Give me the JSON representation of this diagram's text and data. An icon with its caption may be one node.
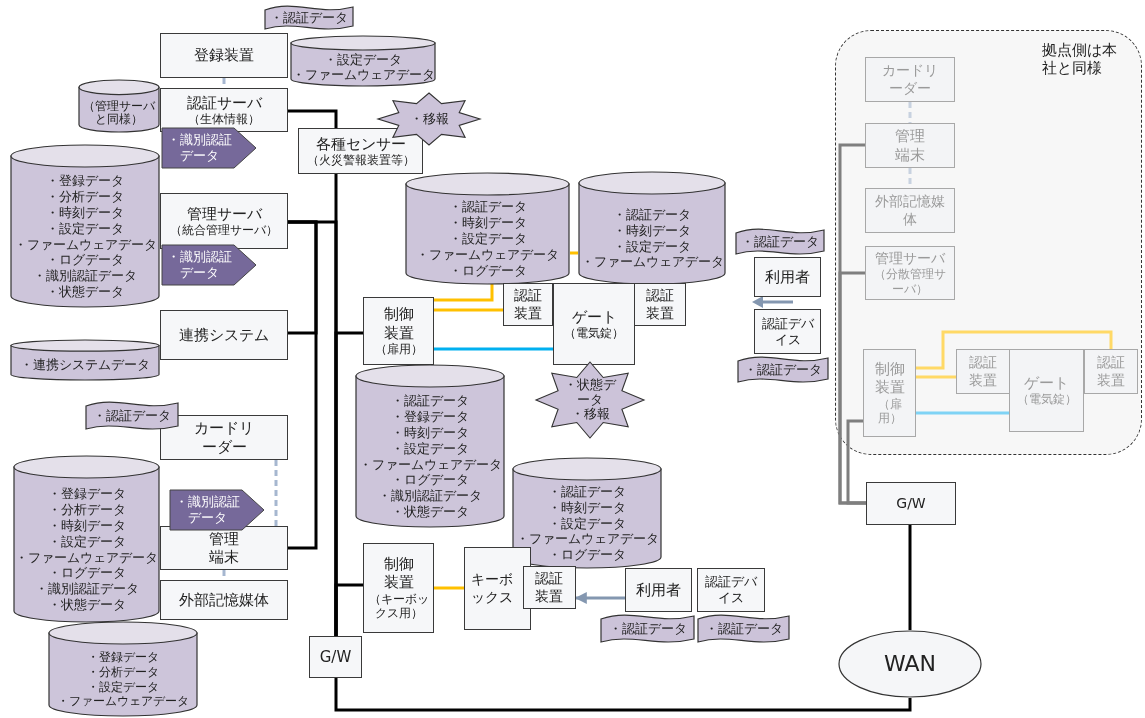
{
  "diagram": {
    "nodes": [
      {
        "text": [
          "登録装置"
        ]
      },
      {
        "text": [
          "・認証データ"
        ]
      },
      {
        "text": [
          "・設定データ",
          "・ファームウェアデータ"
        ]
      },
      {
        "text": [
          "（管理サーバと同様）"
        ]
      },
      {
        "text": [
          "認証サーバ",
          "（生体情報）"
        ]
      },
      {
        "text": [
          "・識別認証データ"
        ]
      },
      {
        "text": [
          "各種センサー",
          "（火災警報装置等）"
        ]
      },
      {
        "text": [
          "・移報"
        ]
      },
      {
        "text": [
          "・登録データ",
          "・分析データ",
          "・時刻データ",
          "・設定データ",
          "・ファームウェアデータ",
          "・ログデータ",
          "・識別認証データ",
          "・状態データ"
        ]
      },
      {
        "text": [
          "管理サーバ",
          "（統合管理サーバ）"
        ]
      },
      {
        "text": [
          "・識別認証データ"
        ]
      },
      {
        "text": [
          "・認証データ",
          "・時刻データ",
          "・設定データ",
          "・ファームウェアデータ",
          "・ログデータ"
        ]
      },
      {
        "text": [
          "・認証データ",
          "・時刻データ",
          "・設定データ",
          "・ファームウェアデータ"
        ]
      },
      {
        "text": [
          "連携システム"
        ]
      },
      {
        "text": [
          "・連携システムデータ"
        ]
      },
      {
        "text": [
          "制御装置",
          "（扉用）"
        ]
      },
      {
        "text": [
          "認証装置"
        ]
      },
      {
        "text": [
          "ゲート",
          "（電気錠）"
        ]
      },
      {
        "text": [
          "認証装置"
        ]
      },
      {
        "text": [
          "・認証データ"
        ]
      },
      {
        "text": [
          "利用者"
        ]
      },
      {
        "text": [
          "認証デバイス"
        ]
      },
      {
        "text": [
          "・認証データ"
        ]
      },
      {
        "text": [
          "・状態データ",
          "・移報"
        ]
      },
      {
        "text": [
          "・認証データ",
          "・登録データ",
          "・時刻データ",
          "・設定データ",
          "・ファームウェアデータ",
          "・ログデータ",
          "・識別認証データ",
          "・状態データ"
        ]
      },
      {
        "text": [
          "・認証データ"
        ]
      },
      {
        "text": [
          "カードリーダー"
        ]
      },
      {
        "text": [
          "・登録データ",
          "・分析データ",
          "・時刻データ",
          "・設定データ",
          "・ファームウェアデータ",
          "・ログデータ",
          "・識別認証データ",
          "・状態データ"
        ]
      },
      {
        "text": [
          "・識別認証データ"
        ]
      },
      {
        "text": [
          "管理端末"
        ]
      },
      {
        "text": [
          "外部記憶媒体"
        ]
      },
      {
        "text": [
          "・登録データ",
          "・分析データ",
          "・設定データ",
          "・ファームウェアデータ"
        ]
      },
      {
        "text": [
          "・認証データ",
          "・時刻データ",
          "・設定データ",
          "・ファームウェアデータ",
          "・ログデータ"
        ]
      },
      {
        "text": [
          "制御装置",
          "（キーボックス用）"
        ]
      },
      {
        "text": [
          "キーボックス"
        ]
      },
      {
        "text": [
          "認証装置"
        ]
      },
      {
        "text": [
          "利用者"
        ]
      },
      {
        "text": [
          "・認証データ"
        ]
      },
      {
        "text": [
          "認証デバイス"
        ]
      },
      {
        "text": [
          "・認証データ"
        ]
      },
      {
        "text": [
          "G/W"
        ]
      },
      {
        "text": [
          "拠点側は本社と同様"
        ]
      },
      {
        "text": [
          "カードリーダー"
        ],
        "in": 41
      },
      {
        "text": [
          "管理端末"
        ],
        "in": 41
      },
      {
        "text": [
          "外部記憶媒体"
        ],
        "in": 41
      },
      {
        "text": [
          "管理サーバ",
          "（分散管理サーバ）"
        ],
        "in": 41
      },
      {
        "text": [
          "制御装置",
          "（扉用）"
        ],
        "in": 41
      },
      {
        "text": [
          "認証装置"
        ],
        "in": 41
      },
      {
        "text": [
          "ゲート",
          "（電気錠）"
        ],
        "in": 41
      },
      {
        "text": [
          "認証装置"
        ],
        "in": 41
      },
      {
        "text": [
          "G/W"
        ]
      },
      {
        "text": [
          "WAN"
        ]
      }
    ],
    "edges": [
      {
        "from": 0,
        "to": 4,
        "arrow": "none",
        "style": "dashed",
        "color": "#a6b7d0"
      },
      {
        "from": 4,
        "to": 6,
        "arrow": "none"
      },
      {
        "from": 6,
        "to": 40,
        "arrow": "none"
      },
      {
        "from": 9,
        "to": 40,
        "arrow": "none"
      },
      {
        "from": 13,
        "to": 9,
        "arrow": "none"
      },
      {
        "from": 29,
        "to": 9,
        "arrow": "none"
      },
      {
        "from": 15,
        "to": 40,
        "arrow": "none"
      },
      {
        "from": 33,
        "to": 40,
        "arrow": "none"
      },
      {
        "from": 40,
        "to": 51,
        "arrow": "none"
      },
      {
        "from": 11,
        "to": 12,
        "arrow": "none",
        "color": "#ffc000"
      },
      {
        "from": 15,
        "to": 11,
        "arrow": "none",
        "color": "#ffc000"
      },
      {
        "from": 15,
        "to": 16,
        "arrow": "none",
        "color": "#ffc000"
      },
      {
        "from": 15,
        "to": 17,
        "arrow": "none",
        "color": "#00b0f0"
      },
      {
        "from": 33,
        "to": 34,
        "arrow": "none",
        "color": "#ffc000"
      },
      {
        "from": 36,
        "to": 35,
        "arrow": "to",
        "color": "#8497b0"
      },
      {
        "from": 26,
        "to": 29,
        "arrow": "none",
        "style": "dashed",
        "color": "#a6b7d0"
      },
      {
        "from": 29,
        "to": 30,
        "arrow": "none",
        "style": "dashed",
        "color": "#a6b7d0"
      },
      {
        "from": 42,
        "to": 43,
        "arrow": "none",
        "style": "dashed",
        "color": "#c8d2e0"
      },
      {
        "from": 43,
        "to": 44,
        "arrow": "none",
        "style": "dashed",
        "color": "#c8d2e0"
      },
      {
        "from": 43,
        "to": 50,
        "arrow": "none",
        "color": "#7f7f7f"
      },
      {
        "from": 45,
        "to": 50,
        "arrow": "none",
        "color": "#7f7f7f"
      },
      {
        "from": 46,
        "to": 50,
        "arrow": "none",
        "color": "#7f7f7f"
      },
      {
        "from": 46,
        "to": 49,
        "arrow": "none",
        "color": "#ffd966"
      },
      {
        "from": 46,
        "to": 47,
        "arrow": "none",
        "color": "#ffd966"
      },
      {
        "from": 46,
        "to": 48,
        "arrow": "none",
        "color": "#7fd3f5"
      },
      {
        "from": 50,
        "to": 51,
        "arrow": "none"
      }
    ]
  }
}
